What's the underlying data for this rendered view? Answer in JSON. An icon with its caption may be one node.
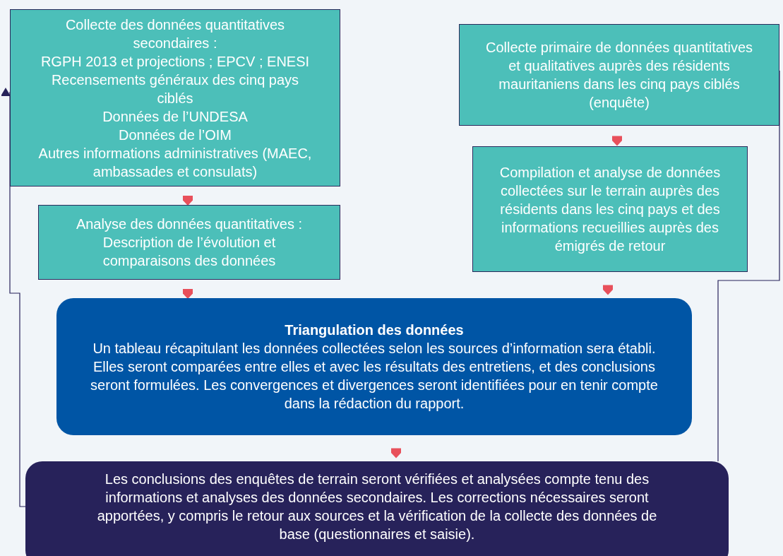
{
  "diagram": {
    "nodes": [
      {
        "text": [
          "Collecte des données quantitatives secondaires :",
          "RGPH 2013 et projections ; EPCV ; ENESI",
          "Recensements généraux des cinq pays ciblés",
          "Données de l’UNDESA",
          "Données de l’OIM",
          "Autres informations administratives (MAEC, ambassades et consulats)"
        ]
      },
      {
        "text": [
          "Analyse des données quantitatives : Description de l’évolution et comparaisons des données"
        ]
      },
      {
        "text": [
          "Collecte primaire de données quantitatives et qualitatives auprès des résidents mauritaniens dans les cinq pays ciblés (enquête)"
        ]
      },
      {
        "text": [
          "Compilation et analyse de données collectées sur le terrain auprès des résidents dans les cinq pays et des informations recueillies auprès des émigrés de retour"
        ]
      },
      {
        "text": [
          "Triangulation des données",
          "Un tableau récapitulant les données collectées selon les sources d’information sera établi. Elles seront comparées entre elles et avec les résultats des entretiens, et des conclusions seront formulées. Les convergences et divergences seront identifiées pour en tenir compte dans la rédaction du rapport."
        ]
      },
      {
        "text": [
          "Les conclusions des enquêtes de terrain seront vérifiées et analysées compte tenu des informations et analyses des données secondaires. Les corrections nécessaires seront apportées, y compris le retour aux sources et la vérification de la collecte des données de base (questionnaires et saisie)."
        ]
      }
    ],
    "edges": [
      {
        "from": 0,
        "to": 1,
        "arrow": "to"
      },
      {
        "from": 1,
        "to": 4,
        "arrow": "to"
      },
      {
        "from": 2,
        "to": 3,
        "arrow": "to"
      },
      {
        "from": 3,
        "to": 4,
        "arrow": "to"
      },
      {
        "from": 4,
        "to": 5,
        "arrow": "to"
      },
      {
        "from": 5,
        "to": 0,
        "arrow": "to",
        "color": "#27225a"
      },
      {
        "from": 5,
        "to": 2,
        "arrow": "to",
        "color": "#27225a"
      }
    ]
  }
}
